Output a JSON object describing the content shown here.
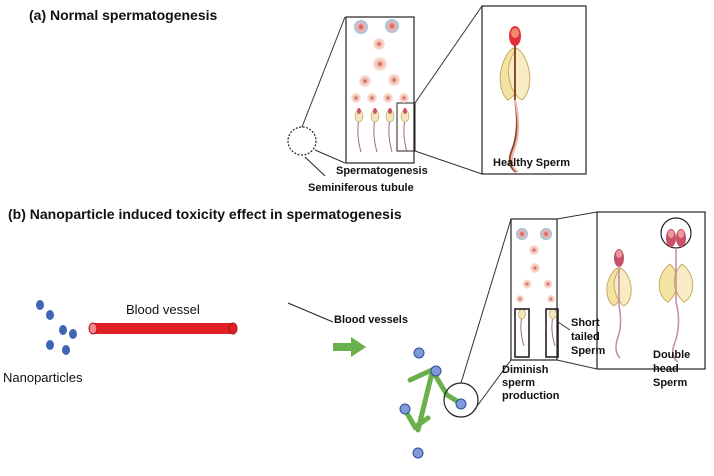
{
  "section_a": {
    "title": "(a) Normal spermatogenesis",
    "panel_left": "Spermatogenesis",
    "panel_right": "Healthy Sperm",
    "tubule_label": "Seminiferous tubule"
  },
  "section_b": {
    "title": "(b) Nanoparticle induced toxicity effect in spermatogenesis",
    "nanoparticles": "Nanoparticles",
    "blood_vessel": "Blood vessel",
    "blood_vessels": "Blood vessels",
    "diminish": [
      "Diminish",
      "sperm",
      "production"
    ],
    "short_tailed": [
      "Short",
      "tailed",
      "Sperm"
    ],
    "double_head": [
      "Double",
      "head",
      "Sperm"
    ]
  },
  "colors": {
    "tissue": "#f2c6a2",
    "outline": "#6b3b1e",
    "vessel_red": "#e01f26",
    "vessel_blue": "#36b6d9",
    "capsule_dark": "#8b1a2b",
    "cream": "#f7f0d8",
    "arrow_green": "#6ab04c",
    "nanoparticle": "#3f66b5"
  }
}
